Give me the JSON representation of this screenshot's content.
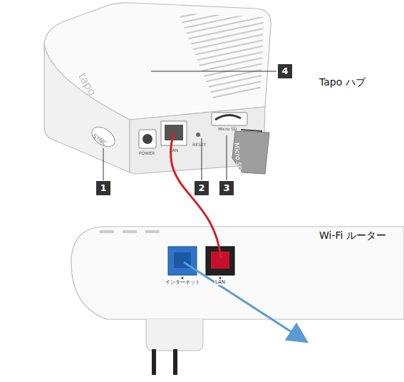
{
  "diagram": {
    "labels": [
      "tapo",
      "SYNC",
      "POWER",
      "LAN",
      "RESET",
      "Micro SD",
      "Micro SD",
      "1",
      "2",
      "3",
      "4",
      "Tapo ハブ",
      "インターネット",
      "LAN",
      "Wi-Fi ルーター"
    ]
  }
}
